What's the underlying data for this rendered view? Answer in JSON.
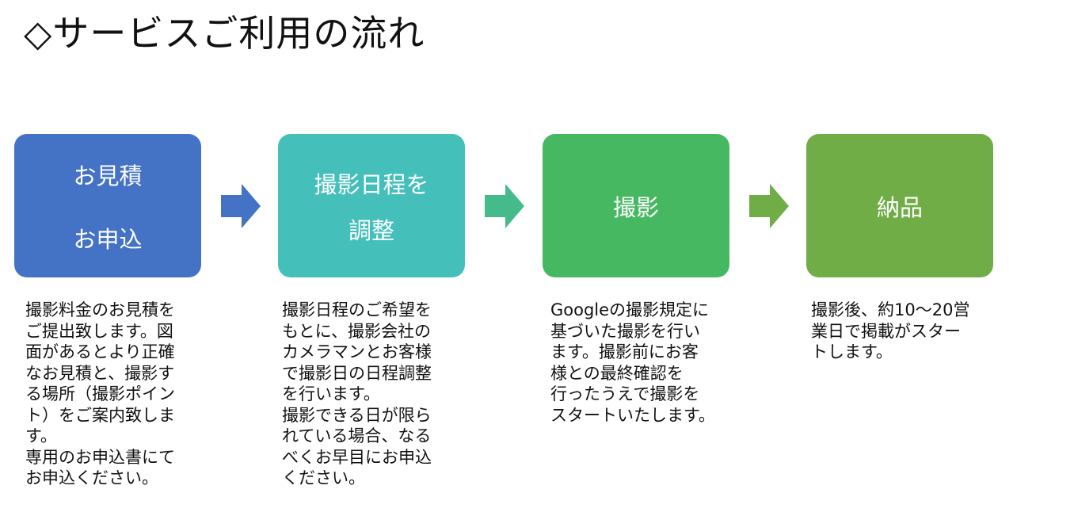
{
  "title": "◇サービスご利用の流れ",
  "colors": {
    "step1": "#4472C4",
    "step2": "#45BFBA",
    "step3": "#47B862",
    "step4": "#70AD47",
    "arrow1": "#4472C4",
    "arrow2": "#45BB8C",
    "arrow3": "#70AD47"
  },
  "steps": [
    {
      "title_lines": [
        "お見積",
        "お申込"
      ],
      "desc_lines": [
        "撮影料金のお見積を",
        "ご提出致します。図",
        "面があるとより正確",
        "なお見積と、撮影す",
        "る場所（撮影ポイン",
        "ト）をご案内致しま",
        "す。",
        "専用のお申込書にて",
        "お申込ください。"
      ]
    },
    {
      "title_lines": [
        "撮影日程を",
        "調整"
      ],
      "desc_lines": [
        "撮影日程のご希望を",
        "もとに、撮影会社の",
        "カメラマンとお客様",
        "で撮影日の日程調整",
        "を行います。",
        "撮影できる日が限ら",
        "れている場合、なる",
        "べくお早目にお申込",
        "ください。"
      ]
    },
    {
      "title_lines": [
        "撮影"
      ],
      "desc_lines": [
        "Googleの撮影規定に",
        "基づいた撮影を行い",
        "ます。撮影前にお客",
        "様との最終確認を",
        "行ったうえで撮影を",
        "スタートいたします。"
      ]
    },
    {
      "title_lines": [
        "納品"
      ],
      "desc_lines": [
        "撮影後、約10～20営",
        "業日で掲載がスター",
        "トします。"
      ]
    }
  ]
}
